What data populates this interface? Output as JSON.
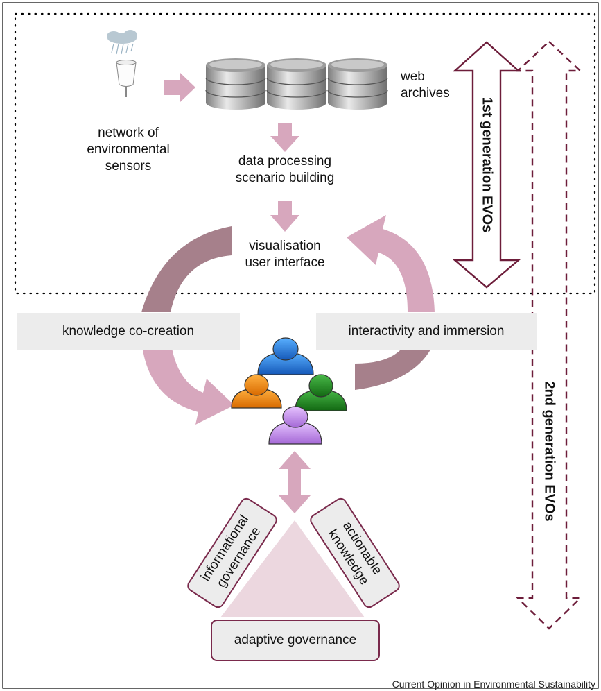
{
  "diagram": {
    "sensors_label_1": "network of",
    "sensors_label_2": "environmental",
    "sensors_label_3": "sensors",
    "web_archives_1": "web",
    "web_archives_2": "archives",
    "processing_1": "data processing",
    "processing_2": "scenario building",
    "visualisation_1": "visualisation",
    "visualisation_2": "user interface",
    "co_creation": "knowledge co-creation",
    "interactivity": "interactivity and immersion",
    "informational_1": "informational",
    "informational_2": "governance",
    "actionable_1": "actionable",
    "actionable_2": "knowledge",
    "adaptive": "adaptive governance",
    "first_gen": "1st generation EVOs",
    "second_gen": "2nd generation EVOs",
    "footer": "Current Opinion in Environmental Sustainability"
  },
  "colors": {
    "pink_arrow": "#d7a7bd",
    "mauve_arrow": "#a6808b",
    "dark_outline": "#6d1d3a",
    "box_fill": "#ececec",
    "triangle_fill": "#ecd7df",
    "person_blue": "#1f73d8",
    "person_orange": "#f08a00",
    "person_green": "#1f8a1f",
    "person_purple": "#c38be8"
  }
}
